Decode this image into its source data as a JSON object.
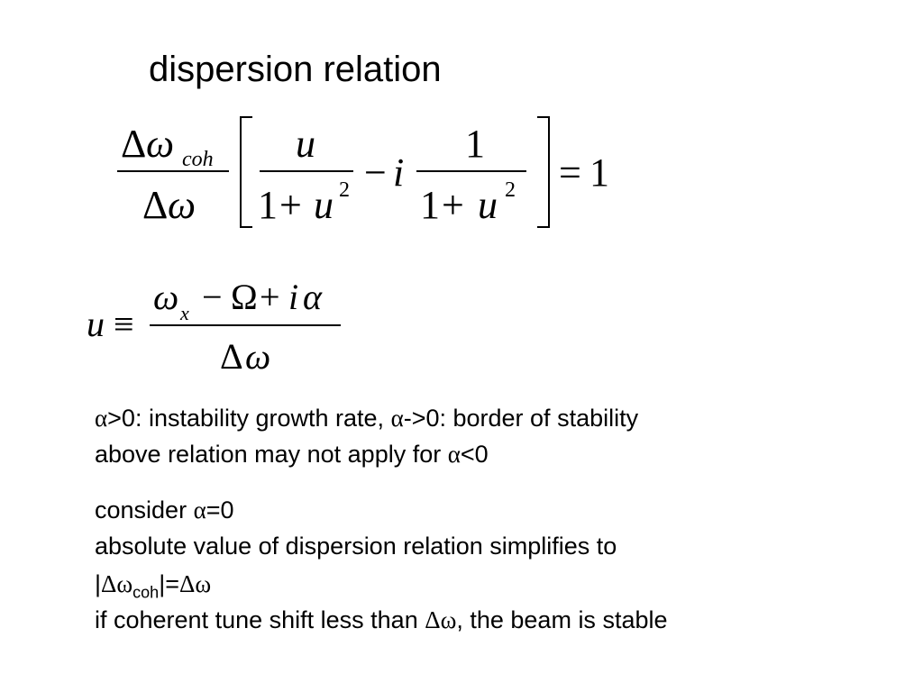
{
  "title": "dispersion relation",
  "eq1": {
    "delta": "Δ",
    "omega": "ω",
    "coh": "coh",
    "u": "u",
    "one": "1",
    "plus": "+",
    "two": "2",
    "minus": "−",
    "i": "i",
    "equals": "=",
    "rhs": "1"
  },
  "eq2": {
    "u": "u",
    "equiv": "≡",
    "omega": "ω",
    "x": "x",
    "minus": "−",
    "Omega": "Ω",
    "plus": "+",
    "i": "i",
    "alpha": "α",
    "delta": "Δ",
    "omega_den": "ω"
  },
  "notes": {
    "line1": {
      "a1": "α",
      "t1": ">0: instability growth rate, ",
      "a2": "α",
      "t2": "->0: border of stability"
    },
    "line2": {
      "t1": "above relation may not apply for ",
      "a": "α",
      "t2": "<0"
    },
    "line3": {
      "t1": "consider ",
      "a": "α",
      "t2": "=0"
    },
    "line4": "absolute value of dispersion relation simplifies to",
    "line5": {
      "bar1": "|",
      "dw": "Δω",
      "sub": "coh",
      "bar2": "|",
      "eq": "=",
      "dw2": "Δω"
    },
    "line6": {
      "t1": "if coherent tune shift less than ",
      "dw": "Δω",
      "t2": ", the beam is stable"
    }
  }
}
